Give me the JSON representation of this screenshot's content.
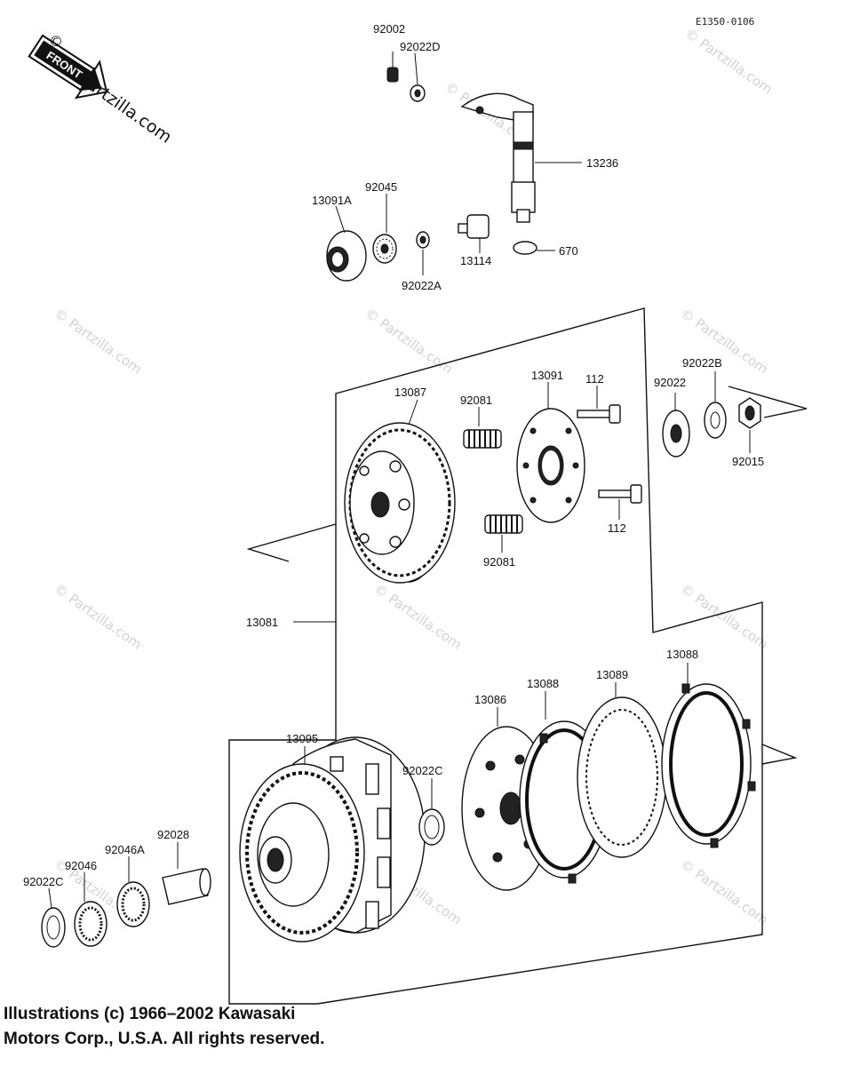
{
  "diagram_code": "E1350-0106",
  "front_arrow": {
    "label": "FRONT",
    "symbol": "©",
    "site": "Partzilla.com"
  },
  "watermark": "© Partzilla.com",
  "copyright_lines": [
    "Illustrations (c) 1966–2002 Kawasaki",
    "Motors Corp., U.S.A.  All rights reserved."
  ],
  "parts": {
    "p92002": "92002",
    "p92022D": "92022D",
    "p13236": "13236",
    "p92045": "92045",
    "p13091A": "13091A",
    "p13114": "13114",
    "p670": "670",
    "p92022A": "92022A",
    "p13087": "13087",
    "p92081a": "92081",
    "p13091": "13091",
    "p112a": "112",
    "p112b": "112",
    "p92081b": "92081",
    "p92022B": "92022B",
    "p92022": "92022",
    "p92015": "92015",
    "p13081": "13081",
    "p13088a": "13088",
    "p13089": "13089",
    "p13088b": "13088",
    "p13086": "13086",
    "p13095": "13095",
    "p92022C": "92022C",
    "p92028": "92028",
    "p92046A": "92046A",
    "p92046": "92046",
    "p92022C2": "92022C"
  }
}
